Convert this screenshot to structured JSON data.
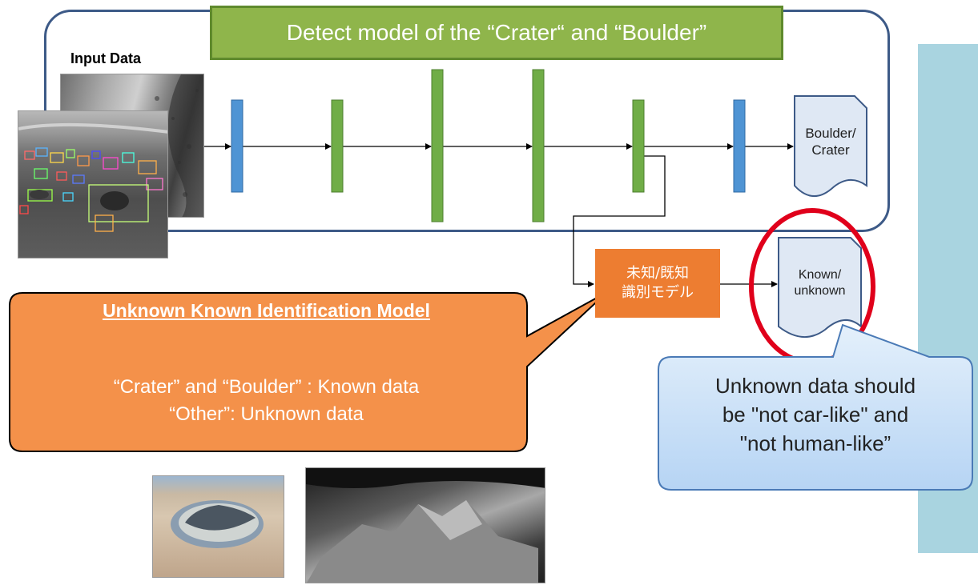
{
  "diagram": {
    "title": "Detect model of the “Crater“ and “Boulder”",
    "input_label": "Input Data",
    "output_doc": "Boulder/ Crater",
    "output_doc_lines": [
      "Boulder/",
      "Crater"
    ],
    "known_doc_lines": [
      "Known/",
      "unknown"
    ],
    "jp_model_lines": [
      "未知/既知",
      "識別モデル"
    ],
    "callout": {
      "title": "Unknown Known Identification Model",
      "line1": "“Crater” and “Boulder” : Known data",
      "line2": "“Other”: Unknown data"
    },
    "note": {
      "line1": "Unknown data should",
      "line2": "be \"not car-like\" and",
      "line3": "\"not human-like”"
    },
    "layers": [
      {
        "kind": "blue"
      },
      {
        "kind": "green"
      },
      {
        "kind": "green-tall"
      },
      {
        "kind": "green-tall"
      },
      {
        "kind": "green"
      },
      {
        "kind": "blue"
      }
    ],
    "colors": {
      "frame": "#3d5a87",
      "title_bg": "#8fb54b",
      "layer_blue": "#4f94d4",
      "layer_green": "#70ad47",
      "model_orange": "#ed7d31",
      "callout_orange": "#f4914a",
      "note_blue": "#cfe3f7",
      "highlight_circle": "#e0001b",
      "right_panel": "#a9d4e0"
    }
  }
}
